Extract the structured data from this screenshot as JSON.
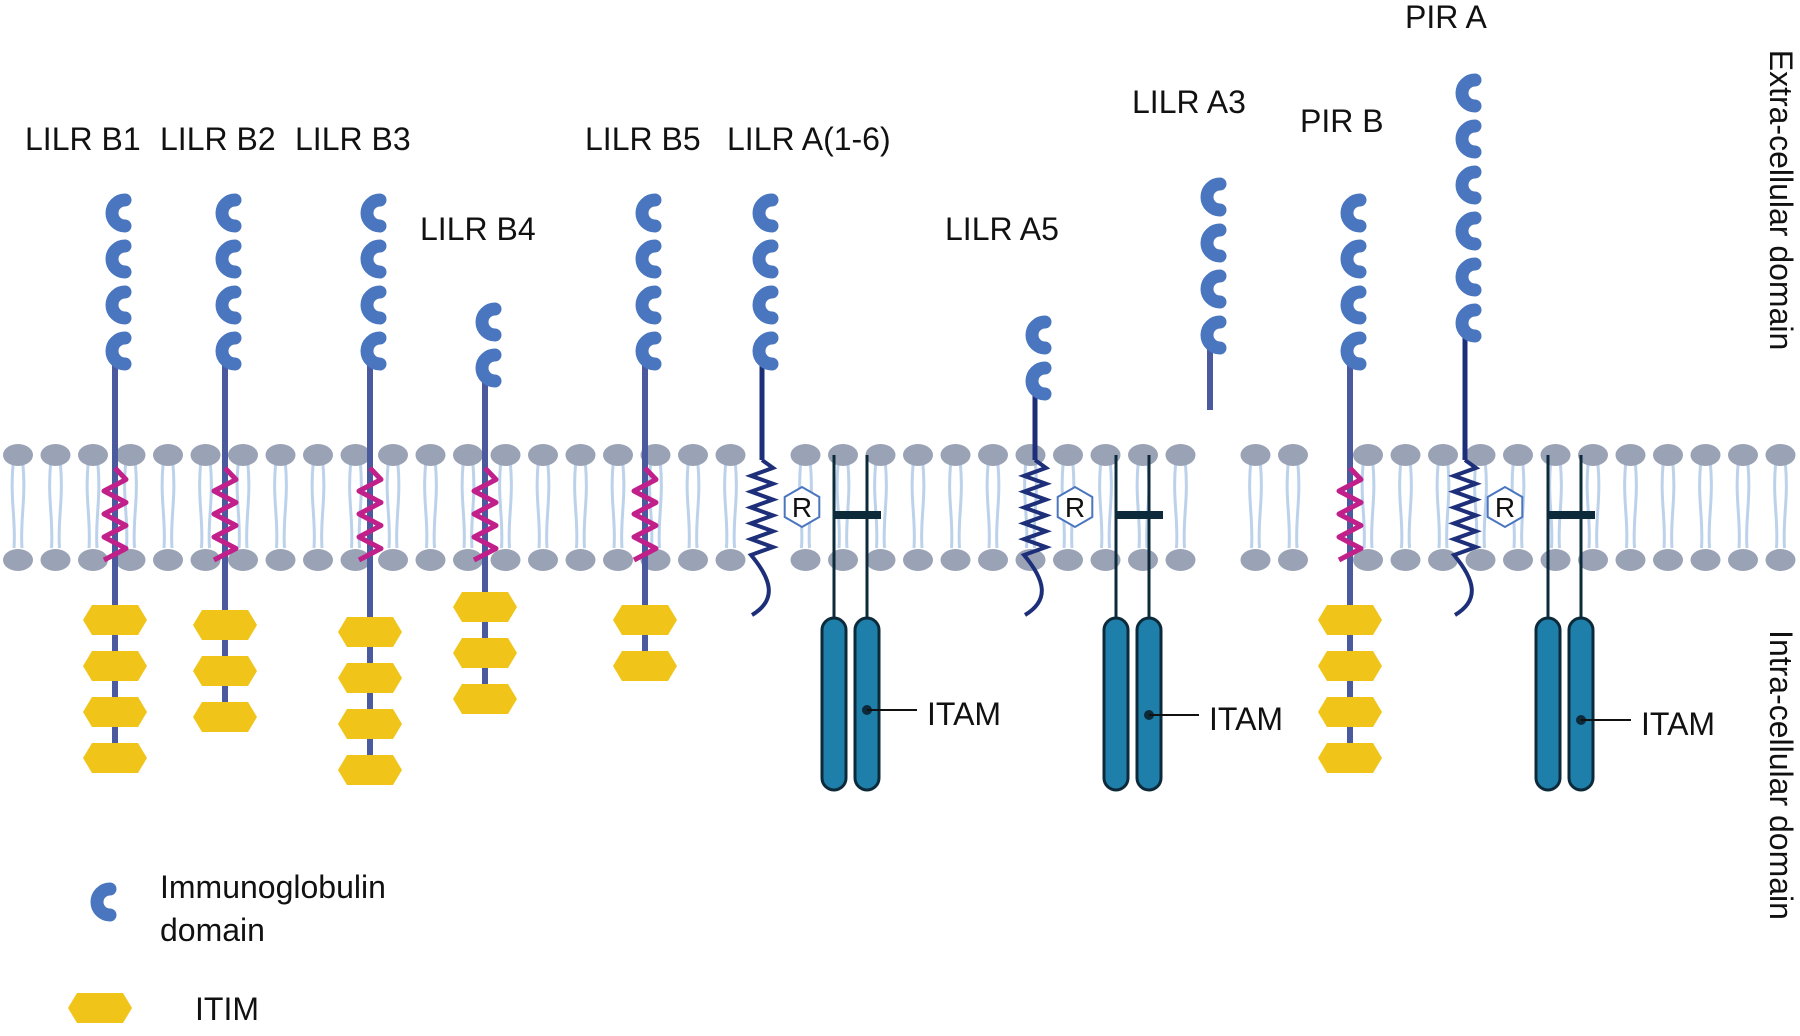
{
  "receptors": [
    {
      "name": "LILR B1",
      "ig": 4,
      "itim": 4,
      "type": "inhibitory"
    },
    {
      "name": "LILR B2",
      "ig": 4,
      "itim": 3,
      "type": "inhibitory"
    },
    {
      "name": "LILR B3",
      "ig": 4,
      "itim": 4,
      "type": "inhibitory"
    },
    {
      "name": "LILR B4",
      "ig": 2,
      "itim": 3,
      "type": "inhibitory"
    },
    {
      "name": "LILR B5",
      "ig": 4,
      "itim": 2,
      "type": "inhibitory"
    },
    {
      "name": "LILR A(1-6)",
      "ig": 4,
      "type": "activating",
      "adaptor_symbol": "R",
      "adaptor_label": "ITAM"
    },
    {
      "name": "LILR A5",
      "ig": 2,
      "type": "activating",
      "adaptor_symbol": "R",
      "adaptor_label": "ITAM"
    },
    {
      "name": "LILR A3",
      "ig": 4,
      "type": "soluble"
    },
    {
      "name": "PIR B",
      "ig": 4,
      "itim": 4,
      "type": "inhibitory"
    },
    {
      "name": "PIR A",
      "ig": 6,
      "type": "activating",
      "adaptor_symbol": "R",
      "adaptor_label": "ITAM"
    }
  ],
  "side_labels": {
    "top": "Extra-cellular domain",
    "bottom": "Intra-cellular domain"
  },
  "legend": {
    "ig_label_line1": "Immunoglobulin",
    "ig_label_line2": "domain",
    "itim_label": "ITIM"
  },
  "colors": {
    "ig_domain": "#4a76c0",
    "itim": "#f0c419",
    "stalk": "#4b5a9e",
    "tm_inhibitory": "#c1208a",
    "tm_activating": "#1e2f7a",
    "itam_chain": "#1f7fab",
    "itam_outline": "#0c2a3a",
    "membrane_head": "#9aa3b5",
    "membrane_tail": "#bcd1ea"
  }
}
